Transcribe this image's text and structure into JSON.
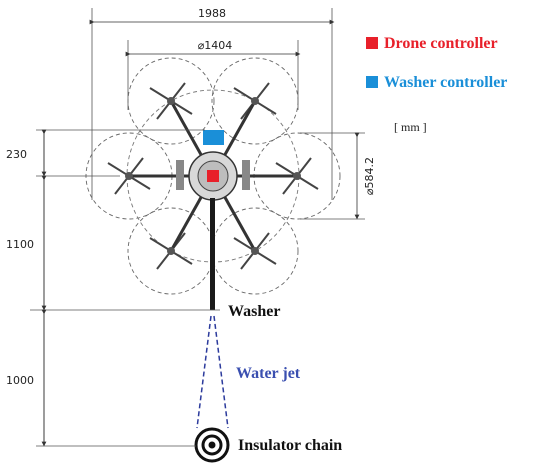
{
  "colors": {
    "drone_controller": "#e8202a",
    "washer_controller": "#1a8fd8",
    "label_red": "#e8202a",
    "label_blue": "#1a8fd8",
    "water_jet": "#2b3a9c",
    "water_jet_label": "#3a4fb0",
    "line": "#333333"
  },
  "dimensions": {
    "overall_width": "1988",
    "frame_diameter": "⌀1404",
    "rotor_diameter": "⌀584.2",
    "offset_top": "230",
    "height_to_washer": "1100",
    "jet_length": "1000"
  },
  "legend": {
    "drone_controller": "Drone controller",
    "washer_controller": "Washer controller",
    "units": "[ mm ]"
  },
  "labels": {
    "washer": "Washer",
    "water_jet": "Water jet",
    "insulator_chain": "Insulator chain"
  }
}
